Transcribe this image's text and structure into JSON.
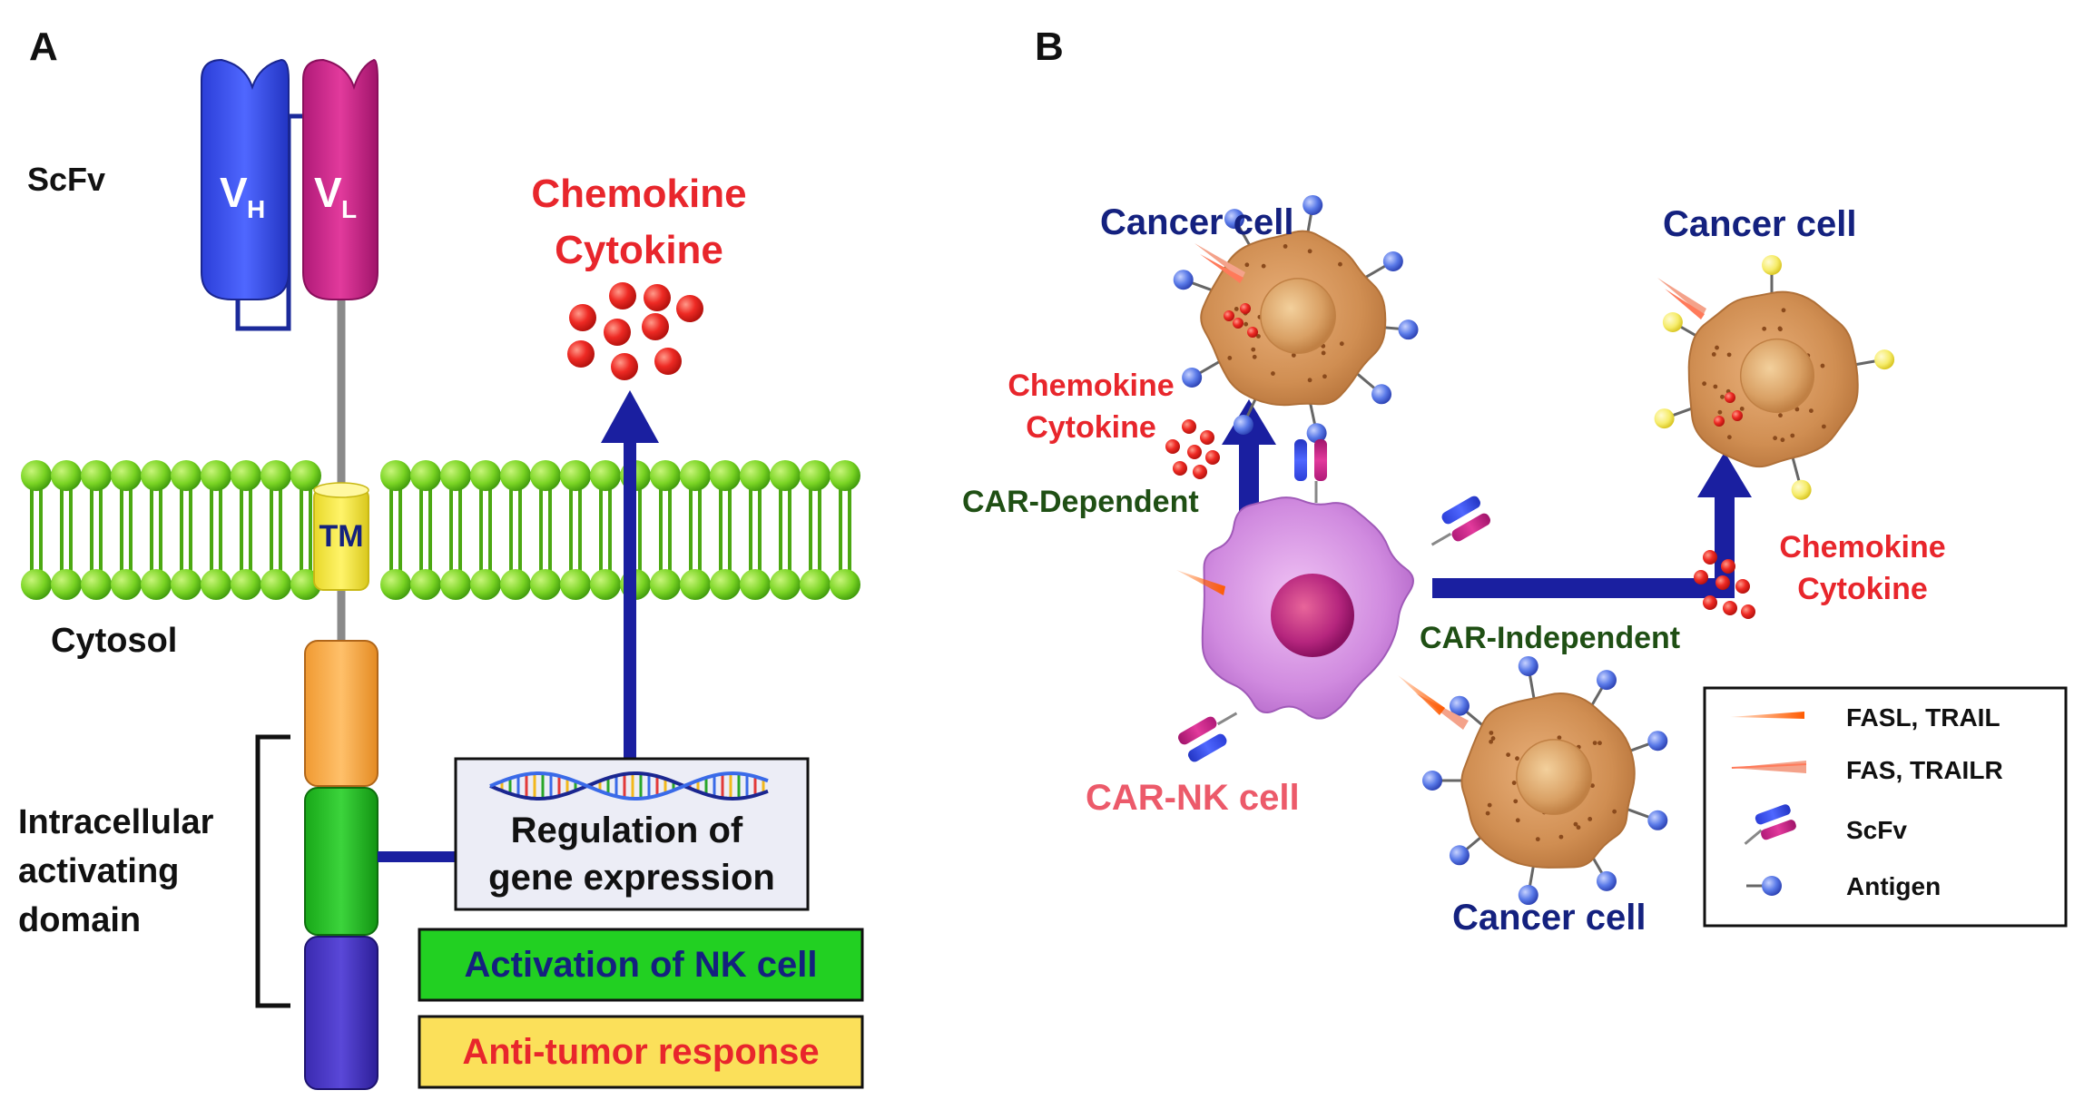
{
  "panel_a": {
    "panel_label": "A",
    "scfv_label": "ScFv",
    "vh_main": "V",
    "vh_sub": "H",
    "vl_main": "V",
    "vl_sub": "L",
    "tm_label": "TM",
    "cytosol_label": "Cytosol",
    "domain_label_lines": [
      "Intracellular",
      "activating",
      "domain"
    ],
    "chemokine_label": "Chemokine",
    "cytokine_label": "Cytokine",
    "regulation_lines": [
      "Regulation of",
      "gene expression"
    ],
    "activation_label": "Activation of NK cell",
    "antitumor_label": "Anti-tumor response"
  },
  "panel_b": {
    "panel_label": "B",
    "cancer_cell_label": "Cancer cell",
    "chemokine_label": "Chemokine",
    "cytokine_label": "Cytokine",
    "car_dependent_label": "CAR-Dependent",
    "car_independent_label": "CAR-Independent",
    "car_nk_label": "CAR-NK cell",
    "legend": [
      {
        "icon": "fasl-trail-icon",
        "label": "FASL, TRAIL"
      },
      {
        "icon": "fas-trailr-icon",
        "label": "FAS, TRAILR"
      },
      {
        "icon": "scfv-icon",
        "label": "ScFv"
      },
      {
        "icon": "antigen-icon",
        "label": "Antigen"
      }
    ]
  },
  "colors": {
    "navy": "#14217f",
    "arrow_blue": "#1a1fa0",
    "red_text": "#e8262c",
    "pink_text": "#ec5a6a",
    "dark_green_text": "#1f4f14",
    "membrane_green": "#5fc41a",
    "activation_bg": "#22d022",
    "antitumor_bg": "#fbe05a",
    "regulation_bg": "#ecedf6"
  }
}
